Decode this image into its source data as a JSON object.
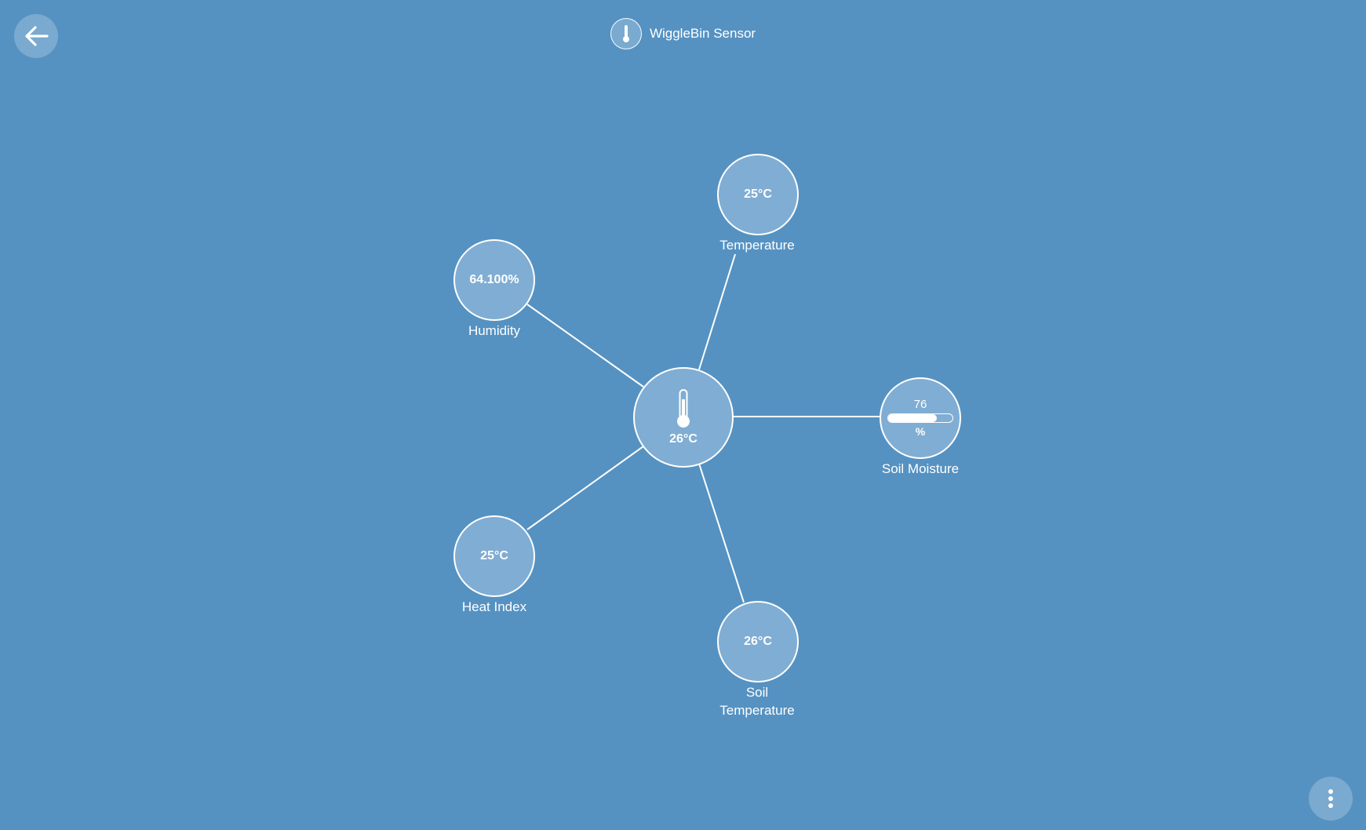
{
  "header": {
    "title": "WiggleBin Sensor",
    "icon": "thermometer-icon"
  },
  "navigation": {
    "back_icon": "arrow-left-icon",
    "menu_icon": "more-vertical-icon"
  },
  "hub": {
    "icon": "thermometer-icon",
    "value": "26°C"
  },
  "nodes": {
    "temperature": {
      "value": "25°C",
      "label": "Temperature"
    },
    "humidity": {
      "value": "64.100%",
      "label": "Humidity"
    },
    "soil_moisture": {
      "value": "76",
      "unit": "%",
      "label": "Soil Moisture",
      "level": 0.76
    },
    "heat_index": {
      "value": "25°C",
      "label": "Heat Index"
    },
    "soil_temperature": {
      "value": "26°C",
      "label_line1": "Soil",
      "label_line2": "Temperature"
    }
  },
  "colors": {
    "background": "#5592c2",
    "node_fill": "#80add3",
    "stroke": "#ffffff"
  }
}
